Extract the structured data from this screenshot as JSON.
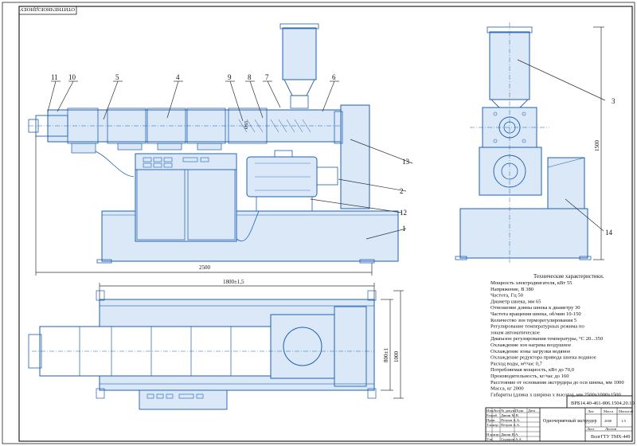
{
  "stamp": "ОТИТНЕЧНОЕЗДНОЕУ",
  "callouts": [
    "1",
    "2",
    "3",
    "4",
    "5",
    "6",
    "7",
    "8",
    "9",
    "10",
    "11",
    "12",
    "13",
    "14"
  ],
  "dims": {
    "overall_length": "2500",
    "height": "1500",
    "frame_length": "1800±1,5",
    "width_outer": "1000",
    "width_inner": "800±1",
    "dia_screw": "Ø65"
  },
  "specs": {
    "title": "Технические характеристики.",
    "lines": [
      "Мощность электродвигателя, кВт  55",
      "Напряжение, В  380",
      "Частота, Гц  50",
      "Диаметр шнека, мм   65",
      "Отношение длины шнека к диаметру         30",
      "Частота вращения шнека, об/мин   10-150",
      "Количество зон терморегулирования   5",
      "Регулирование              температурных              режима              по",
      "зонам автоматическое",
      "Диапазон регулирования температуры, °С 20...350",
      "Охлаждение зон нагрева       воздушное",
      "Охлаждение зоны загрузки водяное",
      "Охлаждение редуктора привода шнека        водяное",
      "Расход воды, м³/час  0,7",
      "Потребляемая мощность, кВт    до 70,0",
      "Производительность, кг/час до 160",
      "Расстояние от основания экструдера до оси шнека, мм   1000",
      "Масса, кг   2000",
      "Габариты (длина х ширина х высота), мм  2500х1000х1500"
    ]
  },
  "title_block": {
    "code": "ВРБ14.40-461-806.1504.20.10",
    "name": "Одночервячный экструдер",
    "org": "ВолгГТУ ТМХ-449",
    "col_lit": "Лит.",
    "col_mass": "Масса",
    "col_scale": "Масштаб",
    "mass_val": "2000",
    "scale_val": "1:5",
    "sheet": "Лист",
    "sheets": "Листов",
    "row_labels": [
      "Изм.",
      "Лист",
      "№ докум.",
      "Подп.",
      "Дата"
    ],
    "roles": [
      "Разраб.",
      "Пров.",
      "Т.контр.",
      "",
      "Н.контр.",
      "Утв."
    ],
    "names": [
      "Дякин М.В.",
      "Петров А.А.",
      "Петров А.А.",
      "",
      "Дякин И.А.",
      "Сидоров А.А."
    ]
  }
}
